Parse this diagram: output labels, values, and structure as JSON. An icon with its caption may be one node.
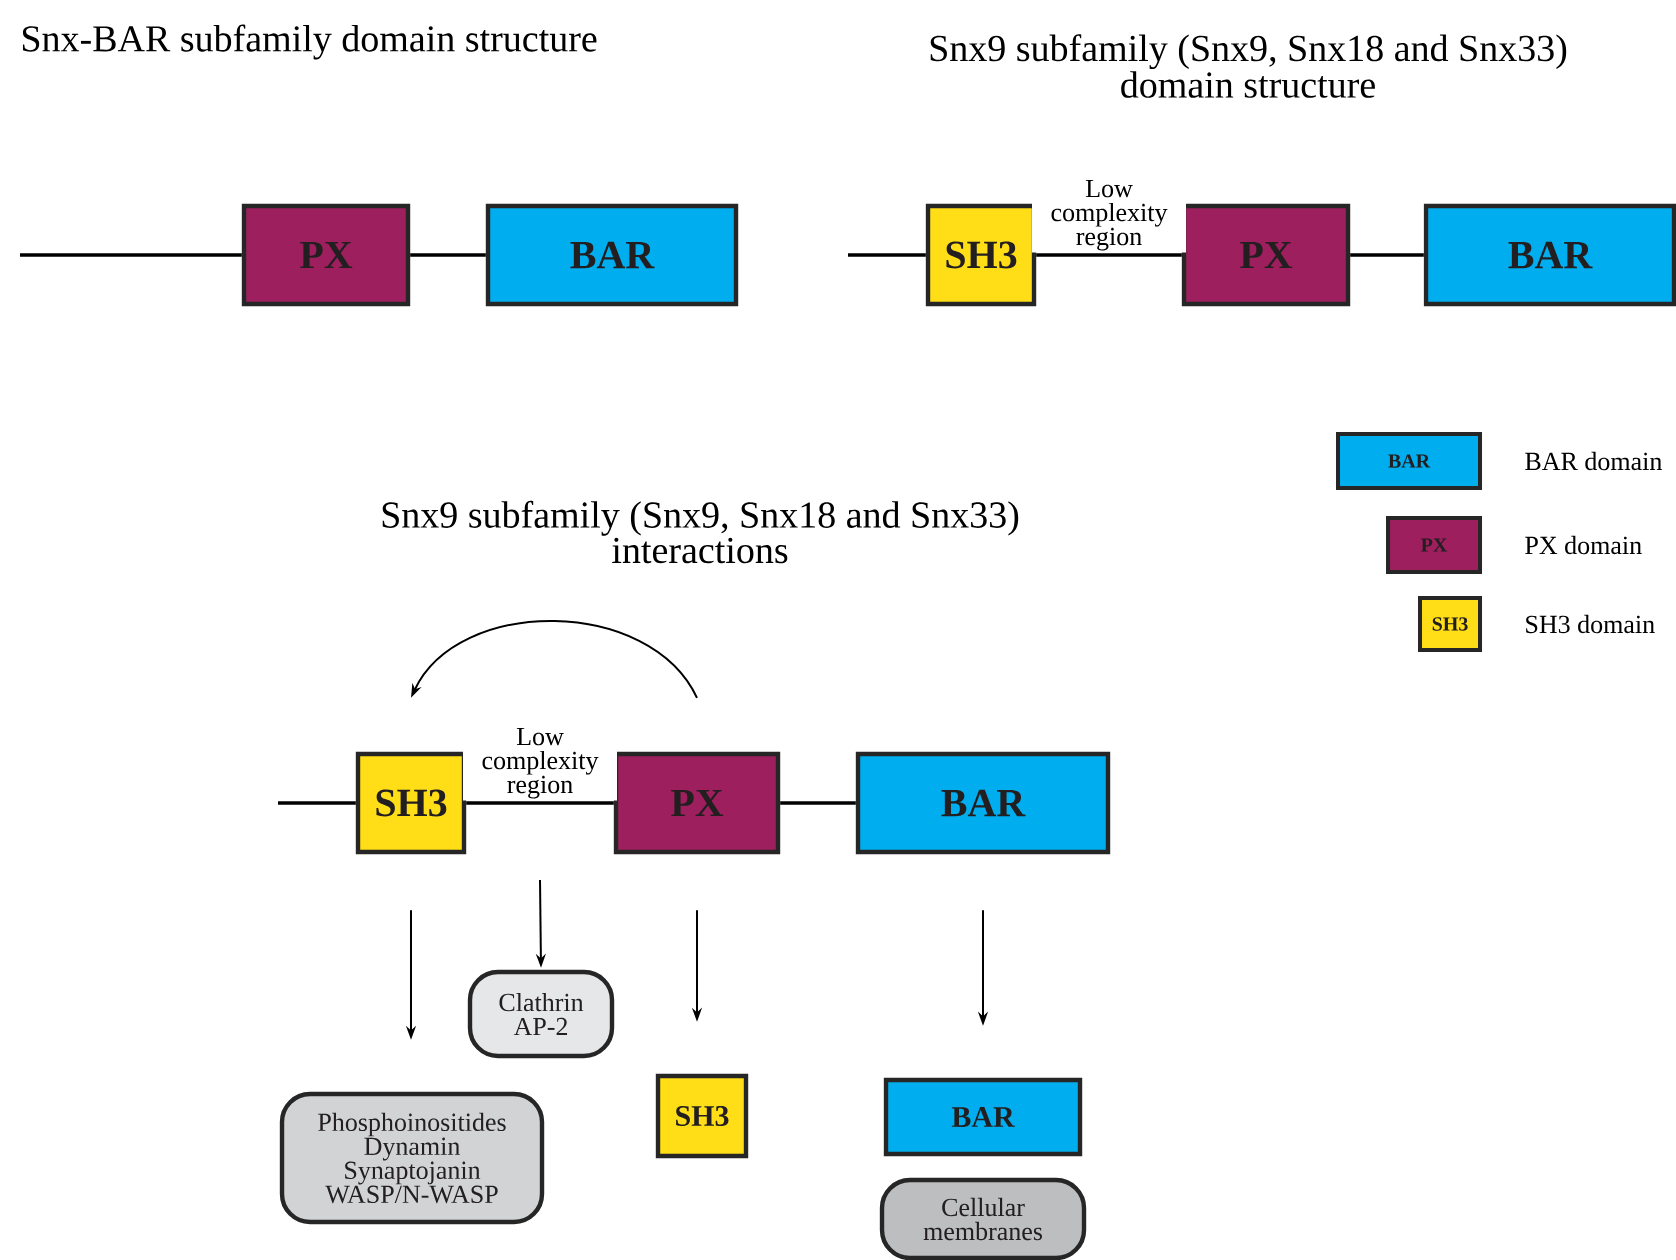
{
  "diagram": {
    "nodes": [
      {
        "text": [
          "PX"
        ]
      },
      {
        "text": [
          "BAR"
        ]
      },
      {
        "text": [
          "SH3"
        ]
      },
      {
        "text": [
          "PX"
        ]
      },
      {
        "text": [
          "BAR"
        ]
      },
      {
        "text": [
          "BAR"
        ],
        "beside": [
          "BAR domain"
        ]
      },
      {
        "text": [
          "PX"
        ],
        "beside": [
          "PX domain"
        ]
      },
      {
        "text": [
          "SH3"
        ],
        "beside": [
          "SH3 domain"
        ]
      },
      {
        "text": [
          "SH3"
        ]
      },
      {
        "text": [
          "PX"
        ]
      },
      {
        "text": [
          "BAR"
        ]
      },
      {
        "text": [
          "Clathrin AP-2"
        ]
      },
      {
        "text": [
          "Phosphoinositides Dynamin Synaptojanin WASP/N-WASP"
        ]
      },
      {
        "text": [
          "SH3"
        ]
      },
      {
        "text": [
          "BAR"
        ]
      },
      {
        "text": [
          "Cellular membranes"
        ]
      }
    ],
    "edges": [
      {
        "from": null,
        "to": 0,
        "arrow": "none"
      },
      {
        "from": 0,
        "to": 1,
        "arrow": "none"
      },
      {
        "from": null,
        "to": 2,
        "arrow": "none"
      },
      {
        "from": 2,
        "to": 3,
        "arrow": "none",
        "label": "Low complexity region"
      },
      {
        "from": 3,
        "to": 4,
        "arrow": "none"
      },
      {
        "from": null,
        "to": 8,
        "arrow": "none"
      },
      {
        "from": 8,
        "to": 9,
        "arrow": "none",
        "label": "Low complexity region"
      },
      {
        "from": 9,
        "to": 10,
        "arrow": "none"
      },
      {
        "from": 9,
        "to": 8,
        "arrow": "to"
      },
      {
        "from": 8,
        "to": 12,
        "arrow": "to"
      },
      {
        "from": null,
        "to": 11,
        "arrow": "to"
      },
      {
        "from": 9,
        "to": 13,
        "arrow": "to"
      },
      {
        "from": 10,
        "to": 14,
        "arrow": "to"
      }
    ],
    "labels": [
      "Snx-BAR subfamily domain structure",
      "Snx9 subfamily (Snx9, Snx18 and Snx33) domain structure",
      "Snx9 subfamily (Snx9, Snx18 and Snx33) interactions"
    ]
  }
}
